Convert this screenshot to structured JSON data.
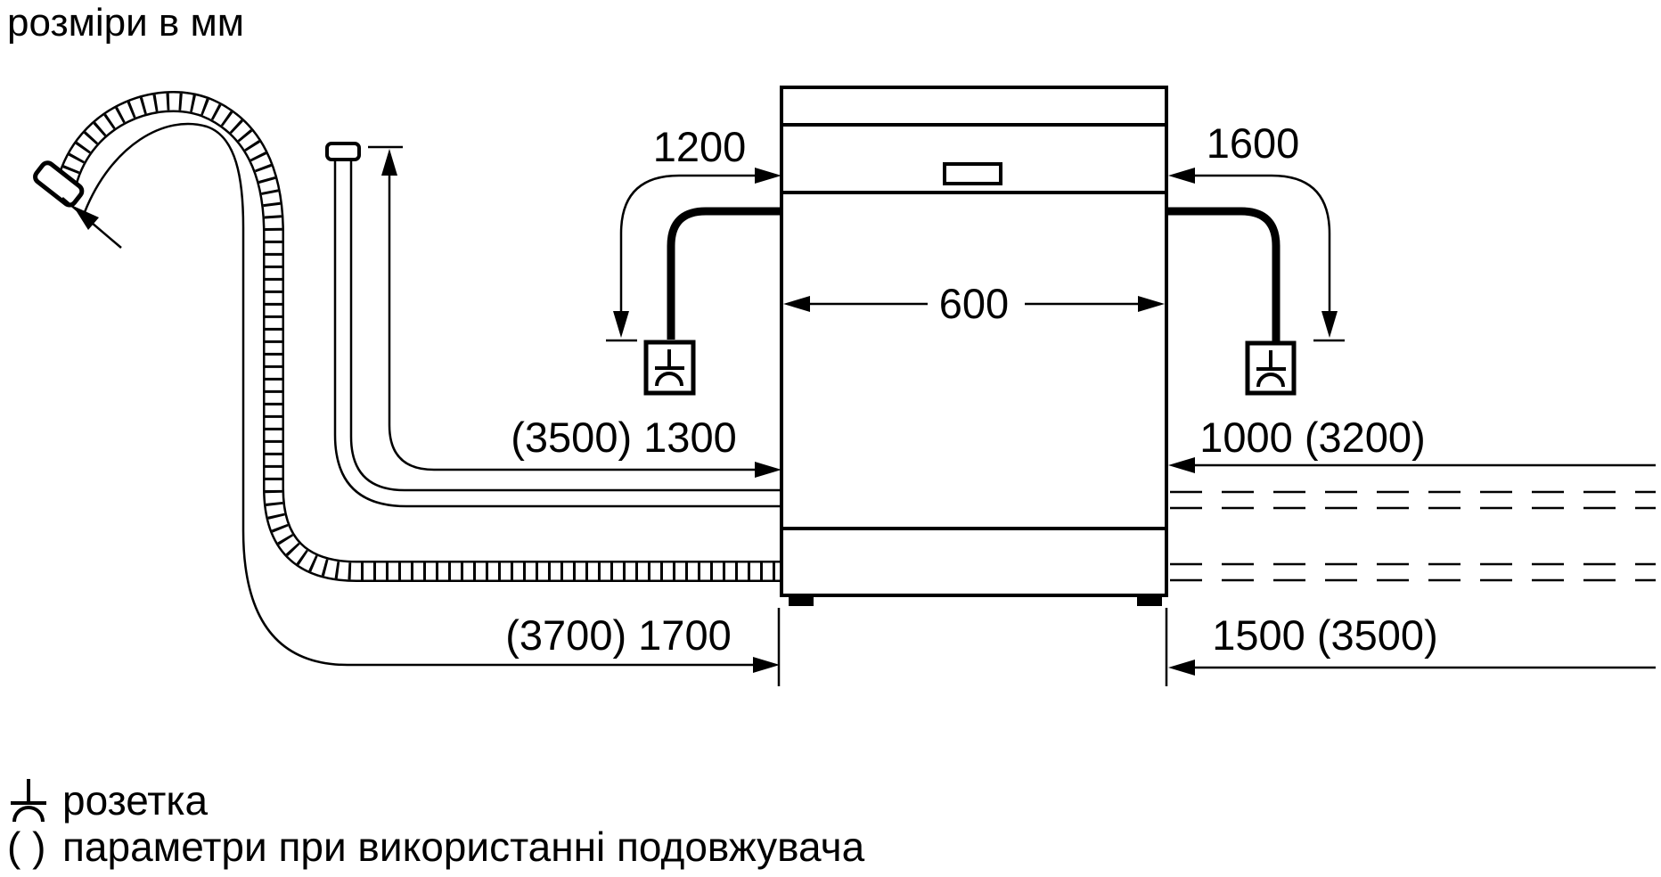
{
  "title": "розміри в мм",
  "dimensions": {
    "cable_left": "1200",
    "cable_right": "1600",
    "appliance_width": "600",
    "supply_hose_left": "(3500) 1300",
    "supply_hose_right": "1000 (3200)",
    "drain_hose_left": "(3700) 1700",
    "drain_hose_right": "1500 (3500)"
  },
  "legend": {
    "socket_label": "розетка",
    "extension_symbol": "( )",
    "extension_label": "параметри при використанні подовжувача"
  },
  "icons": {
    "socket": "socket-outlet-symbol"
  },
  "colors": {
    "line": "#000000",
    "background": "#ffffff"
  }
}
